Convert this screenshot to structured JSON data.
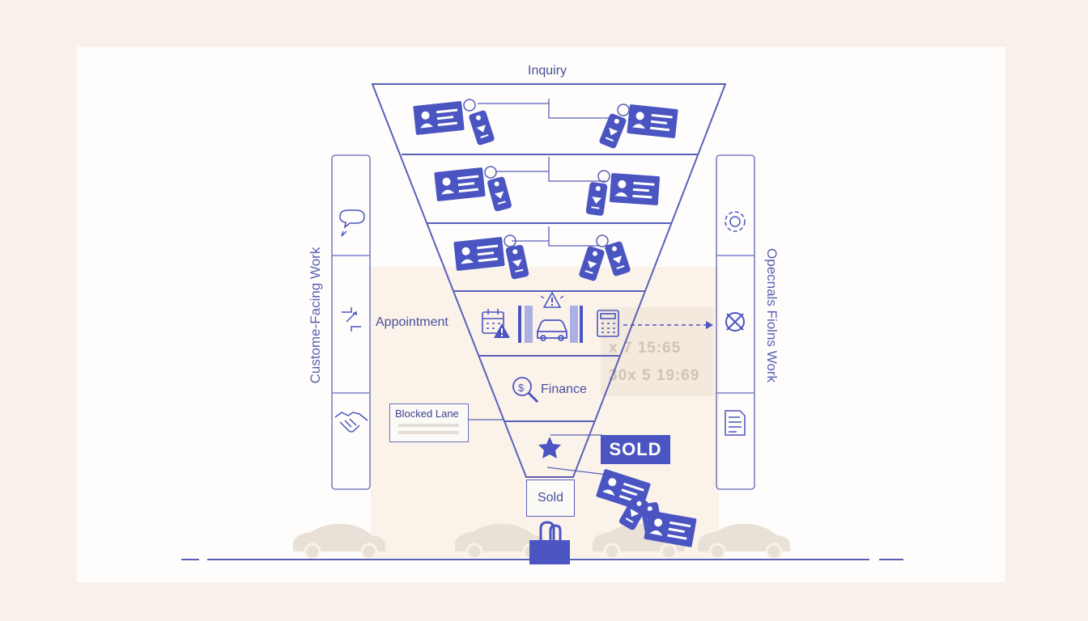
{
  "funnel": {
    "top_label": "Inquiry",
    "stage_appointment": "Appointment",
    "stage_finance": "Finance",
    "bottom_label": "Sold",
    "badge": "SOLD",
    "blocked_lane": "Blocked Lane"
  },
  "sides": {
    "left_title": "Custome-Facing Work",
    "right_title": "Opecnals Fiolns Work",
    "left_icons": [
      "chat-bubbles-icon",
      "swap-arrows-icon",
      "handshake-icon"
    ],
    "right_icons": [
      "gear-icon",
      "crossed-tools-icon",
      "document-icon"
    ]
  },
  "background": {
    "board_row1": "x 7  15:65",
    "board_row2": "30x 5 19:69"
  },
  "colors": {
    "accent": "#4b55c1",
    "line": "#5a60b8",
    "panel": "#fefdfb",
    "backdrop": "#f8f1e9"
  }
}
